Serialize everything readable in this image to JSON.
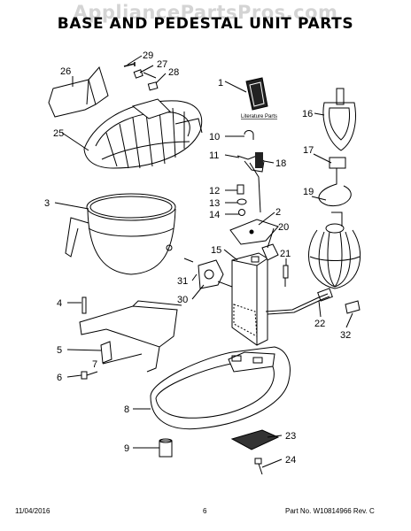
{
  "watermark": "AppliancePartsPros.com",
  "title": "BASE AND PEDESTAL UNIT PARTS",
  "callouts": {
    "c1": "1",
    "c2": "2",
    "c3": "3",
    "c4": "4",
    "c5": "5",
    "c6": "6",
    "c7": "7",
    "c8": "8",
    "c9": "9",
    "c10": "10",
    "c11": "11",
    "c12": "12",
    "c13": "13",
    "c14": "14",
    "c15": "15",
    "c16": "16",
    "c17": "17",
    "c18": "18",
    "c19": "19",
    "c20": "20",
    "c21": "21",
    "c22": "22",
    "c23": "23",
    "c24": "24",
    "c25": "25",
    "c26": "26",
    "c27": "27",
    "c28": "28",
    "c29": "29",
    "c30": "30",
    "c31": "31",
    "c32": "32"
  },
  "literature_label": "Literature Parts",
  "footer": {
    "date": "11/04/2016",
    "page": "6",
    "part_number": "Part No.  W10814966  Rev. C"
  }
}
